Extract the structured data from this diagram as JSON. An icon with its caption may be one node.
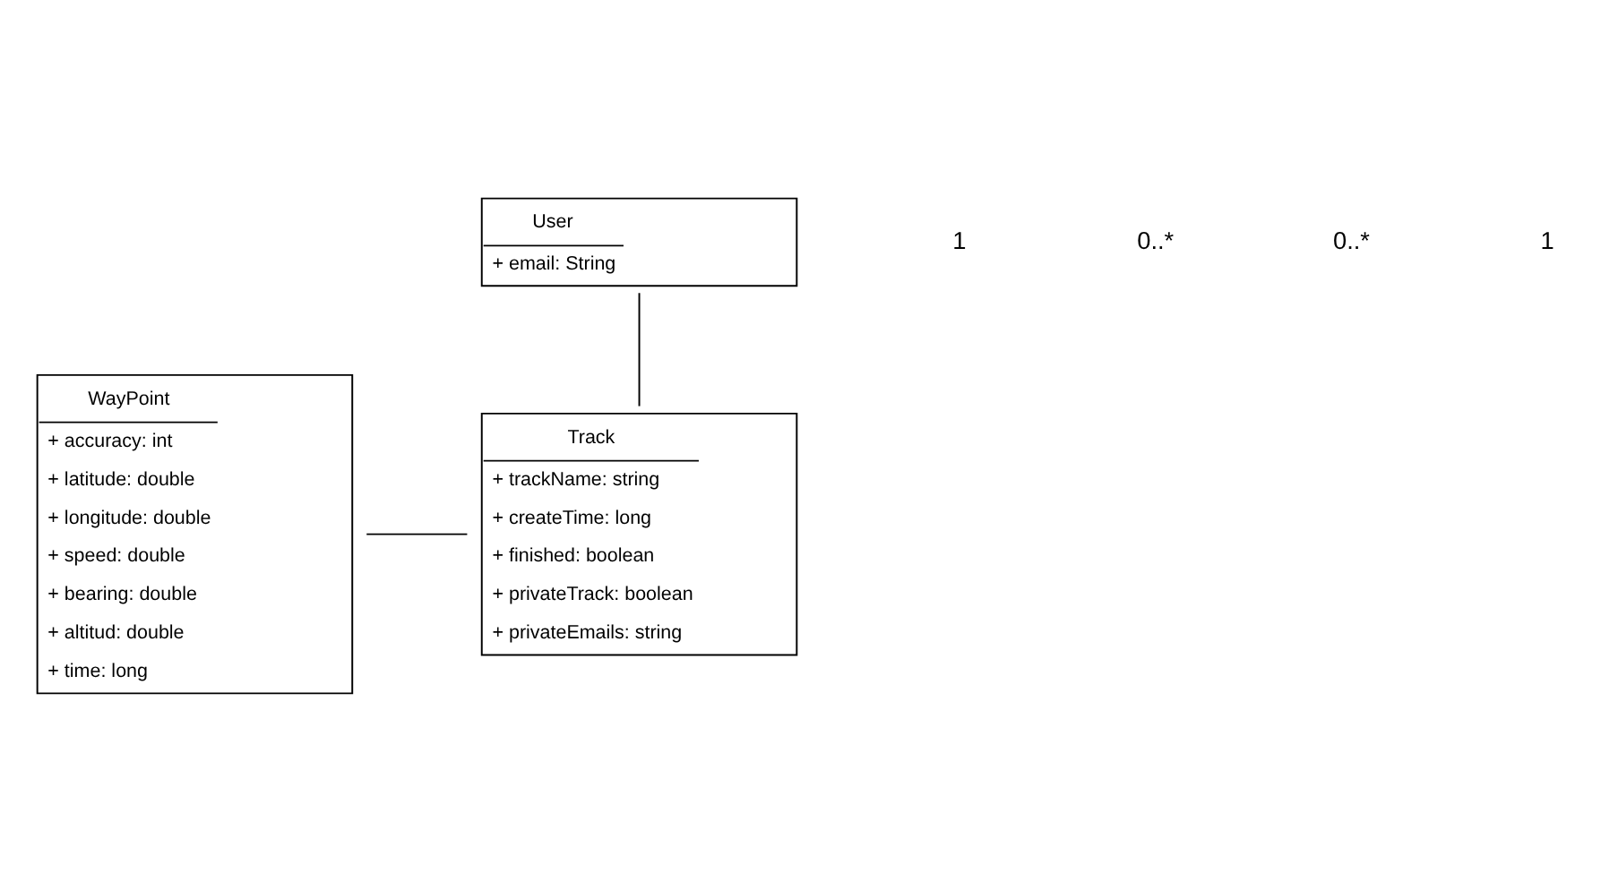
{
  "diagram": {
    "nodes": [
      {
        "text": [
          "WayPoint",
          "+ accuracy: int",
          "+ latitude: double",
          "+ longitude: double",
          "+ speed: double",
          "+ bearing: double",
          "+ altitud: double",
          "+ time: long"
        ]
      },
      {
        "text": [
          "User",
          "+ email: String"
        ]
      },
      {
        "text": [
          "Track",
          "+ trackName: string",
          "+ createTime: long",
          "+ finished: boolean",
          "+ privateTrack: boolean",
          "+ privateEmails: string"
        ]
      }
    ],
    "edges": [
      {
        "from": 1,
        "to": 2,
        "arrow": "none"
      },
      {
        "from": 0,
        "to": 2,
        "arrow": "none"
      }
    ],
    "labels": [
      "1",
      "0..*",
      "0..*",
      "1"
    ]
  }
}
